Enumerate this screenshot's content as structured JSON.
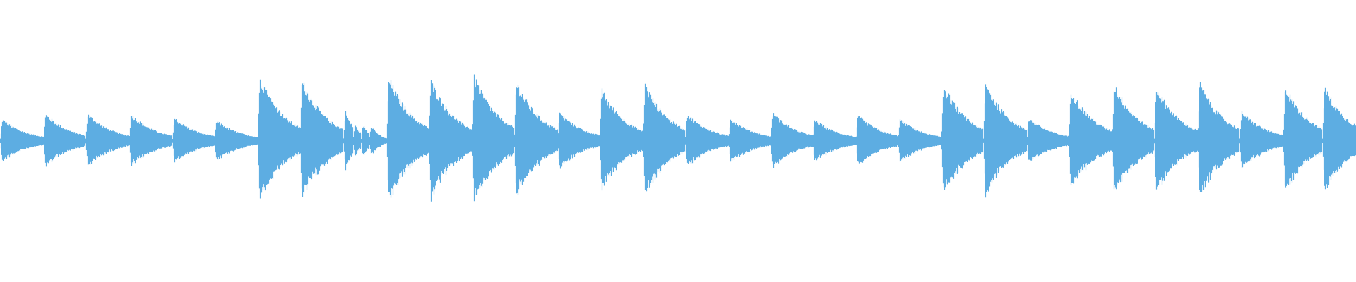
{
  "waveform": {
    "color": "#5dade2",
    "background": "#ffffff",
    "note_onsets": [
      {
        "t": 0.0,
        "amp": 0.16,
        "decay": 0.03
      },
      {
        "t": 0.032,
        "amp": 0.2,
        "decay": 0.03
      },
      {
        "t": 0.063,
        "amp": 0.2,
        "decay": 0.03
      },
      {
        "t": 0.095,
        "amp": 0.2,
        "decay": 0.03
      },
      {
        "t": 0.127,
        "amp": 0.17,
        "decay": 0.03
      },
      {
        "t": 0.158,
        "amp": 0.15,
        "decay": 0.03
      },
      {
        "t": 0.19,
        "amp": 0.48,
        "decay": 0.03
      },
      {
        "t": 0.221,
        "amp": 0.45,
        "decay": 0.03
      },
      {
        "t": 0.253,
        "amp": 0.22,
        "decay": 0.012
      },
      {
        "t": 0.26,
        "amp": 0.12,
        "decay": 0.01
      },
      {
        "t": 0.266,
        "amp": 0.12,
        "decay": 0.01
      },
      {
        "t": 0.272,
        "amp": 0.12,
        "decay": 0.01
      },
      {
        "t": 0.285,
        "amp": 0.47,
        "decay": 0.03
      },
      {
        "t": 0.316,
        "amp": 0.45,
        "decay": 0.03
      },
      {
        "t": 0.348,
        "amp": 0.48,
        "decay": 0.03
      },
      {
        "t": 0.379,
        "amp": 0.44,
        "decay": 0.03
      },
      {
        "t": 0.411,
        "amp": 0.21,
        "decay": 0.03
      },
      {
        "t": 0.442,
        "amp": 0.38,
        "decay": 0.03
      },
      {
        "t": 0.474,
        "amp": 0.42,
        "decay": 0.03
      },
      {
        "t": 0.505,
        "amp": 0.2,
        "decay": 0.03
      },
      {
        "t": 0.537,
        "amp": 0.17,
        "decay": 0.03
      },
      {
        "t": 0.568,
        "amp": 0.21,
        "decay": 0.03
      },
      {
        "t": 0.599,
        "amp": 0.16,
        "decay": 0.03
      },
      {
        "t": 0.631,
        "amp": 0.19,
        "decay": 0.03
      },
      {
        "t": 0.662,
        "amp": 0.16,
        "decay": 0.03
      },
      {
        "t": 0.694,
        "amp": 0.42,
        "decay": 0.03
      },
      {
        "t": 0.725,
        "amp": 0.43,
        "decay": 0.03
      },
      {
        "t": 0.757,
        "amp": 0.17,
        "decay": 0.03
      },
      {
        "t": 0.788,
        "amp": 0.38,
        "decay": 0.03
      },
      {
        "t": 0.82,
        "amp": 0.42,
        "decay": 0.03
      },
      {
        "t": 0.851,
        "amp": 0.4,
        "decay": 0.03
      },
      {
        "t": 0.883,
        "amp": 0.43,
        "decay": 0.03
      },
      {
        "t": 0.914,
        "amp": 0.22,
        "decay": 0.03
      },
      {
        "t": 0.946,
        "amp": 0.4,
        "decay": 0.03
      },
      {
        "t": 0.975,
        "amp": 0.4,
        "decay": 0.03
      }
    ]
  }
}
